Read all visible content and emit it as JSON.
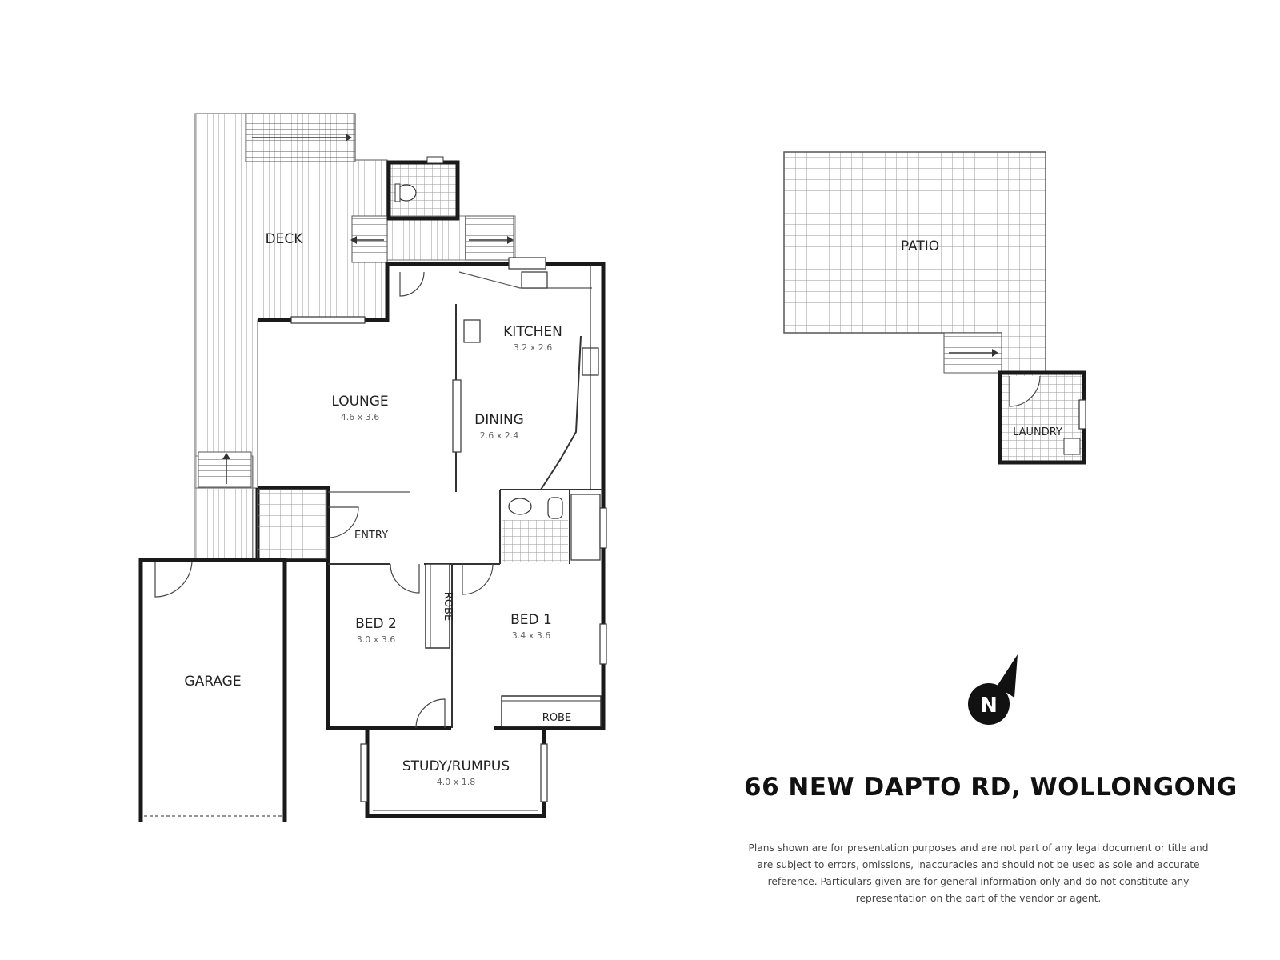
{
  "rooms": {
    "deck": {
      "label": "DECK"
    },
    "kitchen": {
      "label": "KITCHEN",
      "dims": "3.2 x 2.6"
    },
    "lounge": {
      "label": "LOUNGE",
      "dims": "4.6 x 3.6"
    },
    "dining": {
      "label": "DINING",
      "dims": "2.6 x 2.4"
    },
    "entry": {
      "label": "ENTRY"
    },
    "bed2": {
      "label": "BED 2",
      "dims": "3.0 x 3.6"
    },
    "bed1": {
      "label": "BED 1",
      "dims": "3.4 x 3.6"
    },
    "robe_bed2": {
      "label": "ROBE"
    },
    "robe_bed1": {
      "label": "ROBE"
    },
    "garage": {
      "label": "GARAGE"
    },
    "study": {
      "label": "STUDY/RUMPUS",
      "dims": "4.0 x 1.8"
    },
    "patio": {
      "label": "PATIO"
    },
    "laundry": {
      "label": "LAUNDRY"
    }
  },
  "compass": {
    "letter": "N",
    "icon": "north-arrow-icon"
  },
  "address": "66 NEW DAPTO RD, WOLLONGONG",
  "disclaimer": "Plans shown are for presentation purposes and are not part of any legal document or title and are subject to errors, omissions, inaccuracies and should not be used as sole and accurate reference. Particulars given are for general information only and do not constitute any representation on the part of the vendor or agent.",
  "colors": {
    "wall": "#1a1a1a",
    "grid": "#9a9a9a",
    "ink": "#222222"
  }
}
